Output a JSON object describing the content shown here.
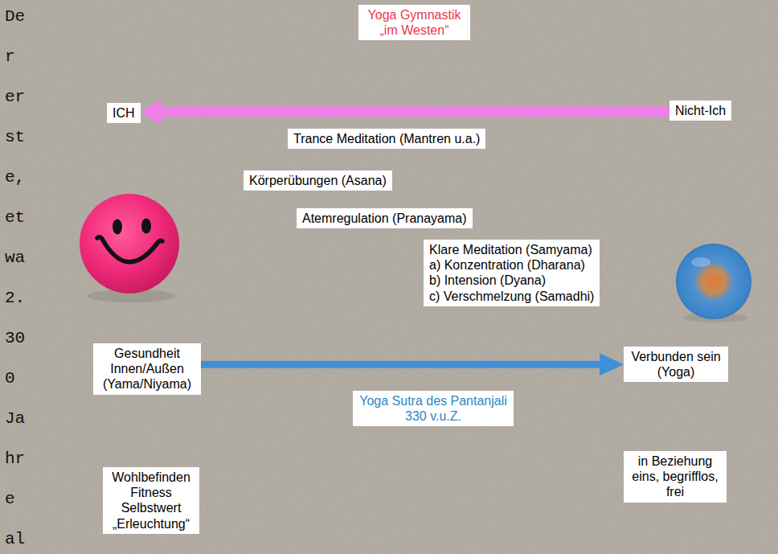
{
  "diagram": {
    "nodes": [
      {
        "text": [
          "ICH"
        ]
      },
      {
        "text": [
          "Nicht-Ich"
        ]
      },
      {
        "text": [
          "Trance Meditation (Mantren u.a.)"
        ]
      },
      {
        "text": [
          "Körperübungen (Asana)"
        ]
      },
      {
        "text": [
          "Atemregulation (Pranayama)"
        ]
      },
      {
        "text": [
          "Klare Meditation (Samyama)",
          "a) Konzentration (Dharana)",
          "b) Intension (Dyana)",
          "c) Verschmelzung (Samadhi)"
        ]
      },
      {
        "text": [
          "Gesundheit Innen/Außen (Yama/Niyama)"
        ]
      },
      {
        "text": [
          "Verbunden sein (Yoga)"
        ]
      },
      {
        "text": [
          "Wohlbefinden Fitness Selbstwert „Erleuchtung“"
        ]
      },
      {
        "text": [
          "in Beziehung eins, begrifflos, frei"
        ]
      }
    ],
    "edges": [
      {
        "from": 1,
        "to": 0,
        "arrow": "to",
        "label": "Yoga Gymnastik „im Westen“"
      },
      {
        "from": 6,
        "to": 7,
        "arrow": "to",
        "label": "Yoga Sutra des Pantanjali 330 v.u.Z."
      }
    ],
    "labels": [
      "Der erste, etwa 2.300 Jahre al"
    ]
  }
}
